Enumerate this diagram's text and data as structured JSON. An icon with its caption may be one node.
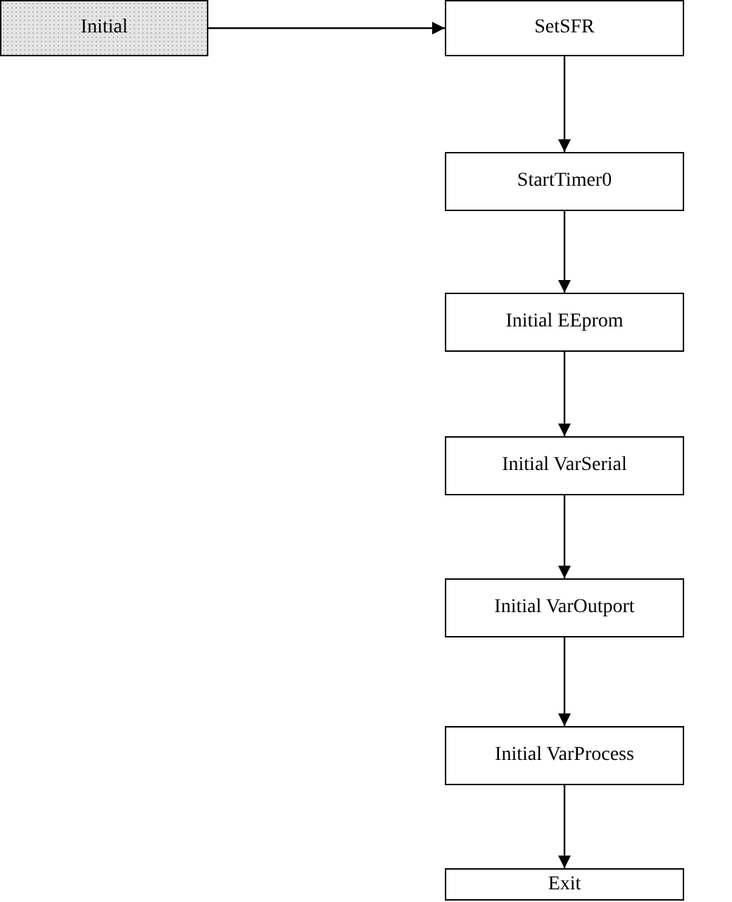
{
  "diagram": {
    "nodes": [
      {
        "text": [
          "Initial"
        ]
      },
      {
        "text": [
          "SetSFR"
        ]
      },
      {
        "text": [
          "StartTimer0"
        ]
      },
      {
        "text": [
          "Initial EEprom"
        ]
      },
      {
        "text": [
          "Initial VarSerial"
        ]
      },
      {
        "text": [
          "Initial VarOutport"
        ]
      },
      {
        "text": [
          "Initial VarProcess"
        ]
      },
      {
        "text": [
          "Exit"
        ]
      }
    ],
    "edges": [
      {
        "from": 0,
        "to": 1,
        "arrow": "to"
      },
      {
        "from": 1,
        "to": 2,
        "arrow": "to"
      },
      {
        "from": 2,
        "to": 3,
        "arrow": "to"
      },
      {
        "from": 3,
        "to": 4,
        "arrow": "to"
      },
      {
        "from": 4,
        "to": 5,
        "arrow": "to"
      },
      {
        "from": 5,
        "to": 6,
        "arrow": "to"
      },
      {
        "from": 6,
        "to": 7,
        "arrow": "to"
      }
    ]
  }
}
